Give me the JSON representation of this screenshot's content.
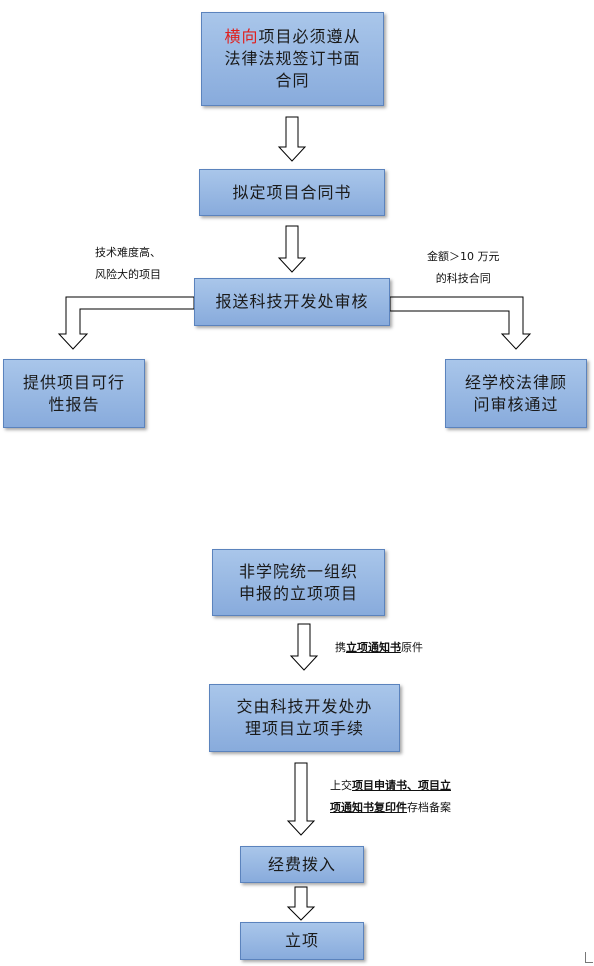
{
  "nodes": {
    "horizontal_contract": {
      "highlight": "横向",
      "line1_rest": "项目必须遵从",
      "line2": "法律法规签订书面",
      "line3": "合同"
    },
    "draft_contract": {
      "label": "拟定项目合同书"
    },
    "submit_office": {
      "label": "报送科技开发处审核"
    },
    "feasibility": {
      "line1": "提供项目可行",
      "line2": "性报告"
    },
    "legal_review": {
      "line1": "经学校法律顾",
      "line2": "问审核通过"
    },
    "non_college": {
      "line1": "非学院统一组织",
      "line2": "申报的立项项目"
    },
    "handle_procedure": {
      "line1": "交由科技开发处办",
      "line2": "理项目立项手续"
    },
    "funding": {
      "label": "经费拨入"
    },
    "establish": {
      "label": "立项"
    }
  },
  "notes": {
    "high_risk": {
      "line1": "技术难度高、",
      "line2": "风险大的项目"
    },
    "amount": {
      "line1": "金额＞10 万元",
      "line2": "的科技合同"
    },
    "carry_notice": {
      "prefix": "携",
      "bold": "立项通知书",
      "suffix": "原件"
    },
    "submit_copies": {
      "prefix": "上交",
      "bold1": "项目申请书、项目立",
      "bold2": "项通知书复印件",
      "suffix": "存档备案"
    }
  },
  "colors": {
    "box_fill_top": "#a9c6ea",
    "box_fill_bottom": "#88abdc",
    "box_border": "#5b83bd",
    "highlight_text": "#e0201e"
  }
}
